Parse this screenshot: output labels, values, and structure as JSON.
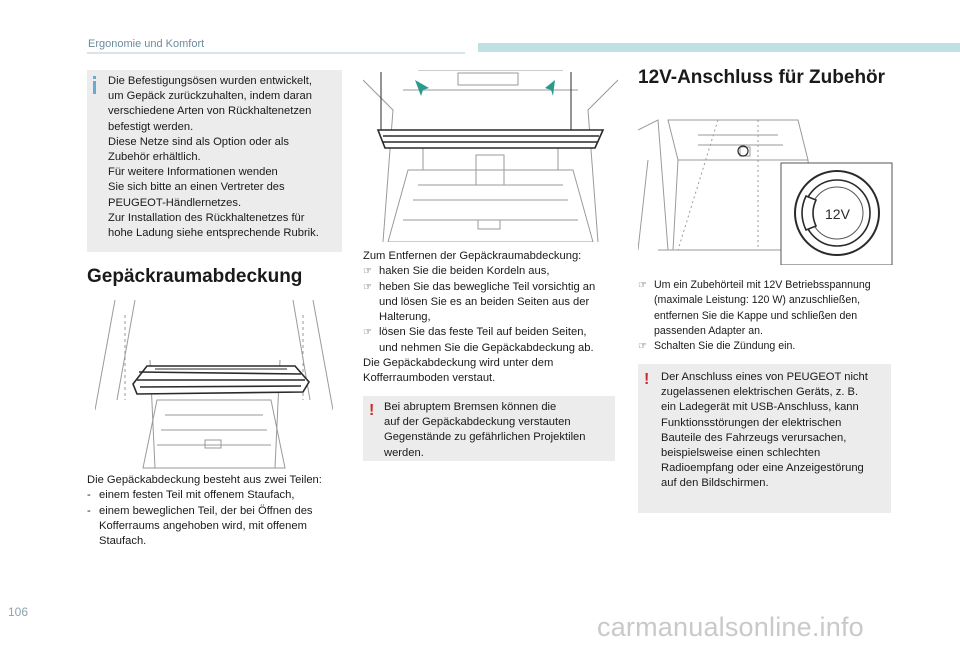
{
  "header": {
    "section_title": "Ergonomie und Komfort"
  },
  "info_note": {
    "lines": [
      "Die Befestigungsösen wurden entwickelt,",
      "um Gepäck zurückzuhalten, indem daran",
      "verschiedene Arten von Rückhaltenetzen",
      "befestigt werden.",
      "Diese Netze sind als Option oder als",
      "Zubehör erhältlich.",
      "Für weitere Informationen wenden",
      "Sie sich bitte an einen Vertreter des",
      "PEUGEOT-Händlernetzes.",
      "Zur Installation des Rückhaltenetzes für",
      "hohe Ladung siehe entsprechende Rubrik."
    ]
  },
  "luggage_cover": {
    "heading": "Gepäckraumabdeckung",
    "intro": "Die Gepäckabdeckung besteht aus zwei Teilen:",
    "items": [
      [
        "einem festen Teil mit offenem Staufach,"
      ],
      [
        "einem beweglichen Teil, der bei Öffnen des",
        "Kofferraums angehoben wird, mit offenem",
        "Staufach."
      ]
    ],
    "removal_intro": "Zum Entfernen der Gepäckraumabdeckung:",
    "steps": [
      [
        "haken Sie die beiden Kordeln aus,"
      ],
      [
        "heben Sie das bewegliche Teil vorsichtig an",
        "und lösen Sie es an beiden Seiten aus der",
        "Halterung,"
      ],
      [
        "lösen Sie das feste Teil auf beiden Seiten,",
        "und nehmen Sie die Gepäckabdeckung ab."
      ]
    ],
    "storage_lines": [
      "Die Gepäckabdeckung wird unter dem",
      "Kofferraumboden verstaut."
    ],
    "warning_lines": [
      "Bei abruptem Bremsen können die",
      "auf der Gepäckabdeckung verstauten",
      "Gegenstände zu gefährlichen Projektilen",
      "werden."
    ]
  },
  "socket_12v": {
    "heading": "12V-Anschluss für Zubehör",
    "socket_label": "12V",
    "steps": [
      [
        "Um ein Zubehörteil mit 12V Betriebsspannung",
        "(maximale Leistung: 120 W) anzuschließen,",
        "entfernen Sie die Kappe und schließen den",
        "passenden Adapter an."
      ],
      [
        "Schalten Sie die Zündung ein."
      ]
    ],
    "warning_lines": [
      "Der Anschluss eines von PEUGEOT nicht",
      "zugelassenen elektrischen Geräts, z. B.",
      "ein Ladegerät mit USB-Anschluss, kann",
      "Funktionsstörungen der elektrischen",
      "Bauteile des Fahrzeugs verursachen,",
      "beispielsweise einen schlechten",
      "Radioempfang oder eine Anzeigestörung",
      "auf den Bildschirmen."
    ]
  },
  "page_number": "106",
  "watermark": "carmanualsonline.info",
  "colors": {
    "accent_teal": "#bfe0e4",
    "info_blue": "#6aa9d4",
    "warning_red": "#d02b2b",
    "note_gray": "#ececec"
  }
}
